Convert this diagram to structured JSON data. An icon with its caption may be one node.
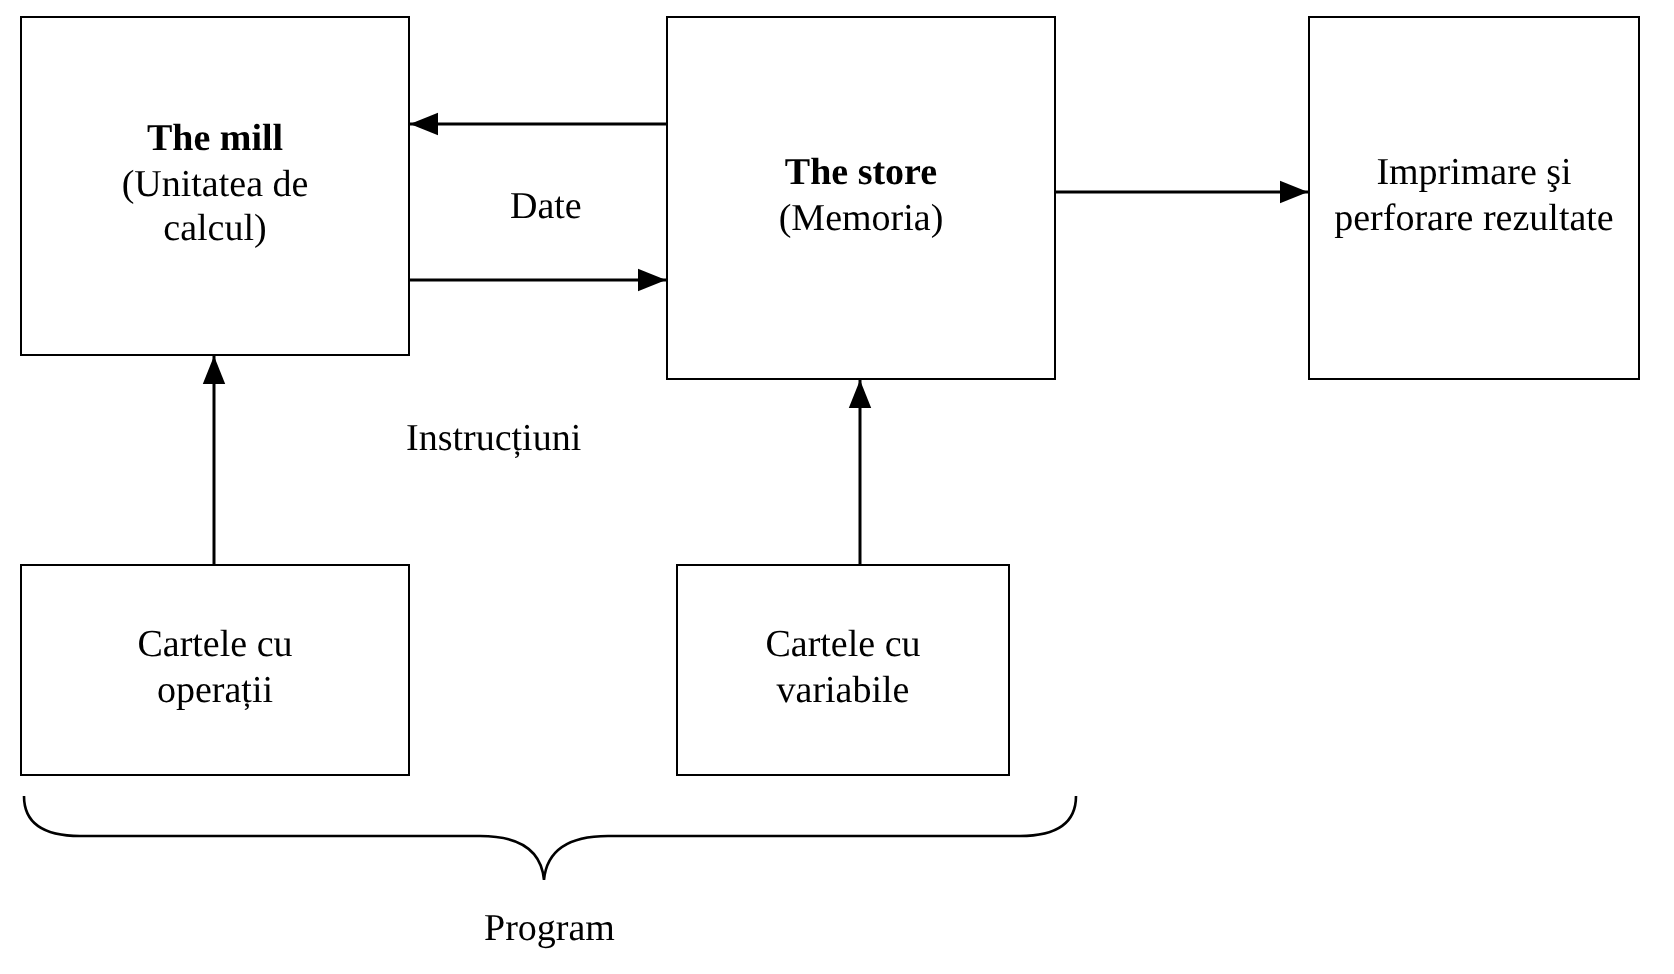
{
  "diagram": {
    "nodes": [
      {
        "text": [
          "The mill",
          "(Unitatea de calcul)"
        ]
      },
      {
        "text": [
          "The store",
          "(Memoria)"
        ]
      },
      {
        "text": [
          "Imprimare şi perforare rezultate"
        ]
      },
      {
        "text": [
          "Cartele cu operații"
        ]
      },
      {
        "text": [
          "Cartele cu variabile"
        ]
      }
    ],
    "edges": [
      {
        "from": 1,
        "to": 0,
        "arrow": "to"
      },
      {
        "from": 0,
        "to": 1,
        "arrow": "to"
      },
      {
        "from": 1,
        "to": 2,
        "arrow": "to"
      },
      {
        "from": 3,
        "to": 0,
        "arrow": "to"
      },
      {
        "from": 4,
        "to": 1,
        "arrow": "to"
      }
    ],
    "labels": [
      "Date",
      "Instrucțiuni",
      "Program"
    ]
  }
}
